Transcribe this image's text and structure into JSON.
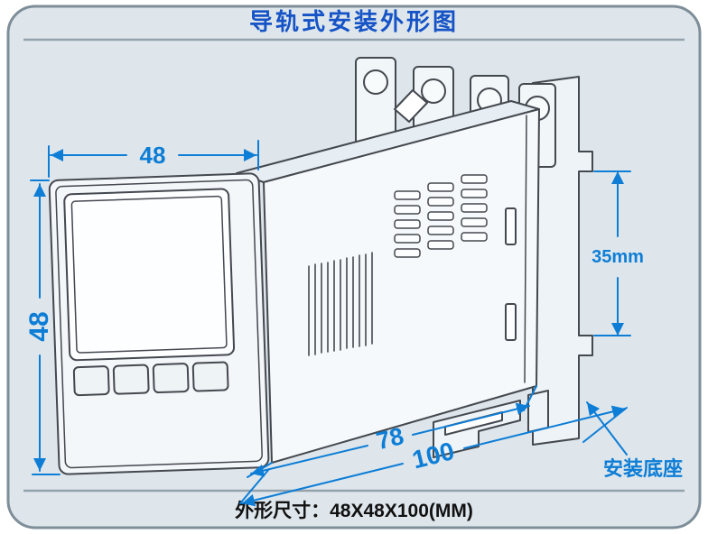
{
  "title": "导轨式安装外形图",
  "caption": "外形尺寸：48X48X100(MM)",
  "dimensions": {
    "front_width": "48",
    "front_height": "48",
    "rail_width": "35mm",
    "body_depth": "78",
    "total_depth": "100"
  },
  "labels": {
    "mount_base": "安装底座"
  },
  "colors": {
    "dimension_blue": "#0d7dd6",
    "title_blue": "#1553c6",
    "outline_gray": "#44484f",
    "frame_border": "#7e8e99",
    "panel_background": "#dee6eb",
    "caption_black": "#111111"
  }
}
